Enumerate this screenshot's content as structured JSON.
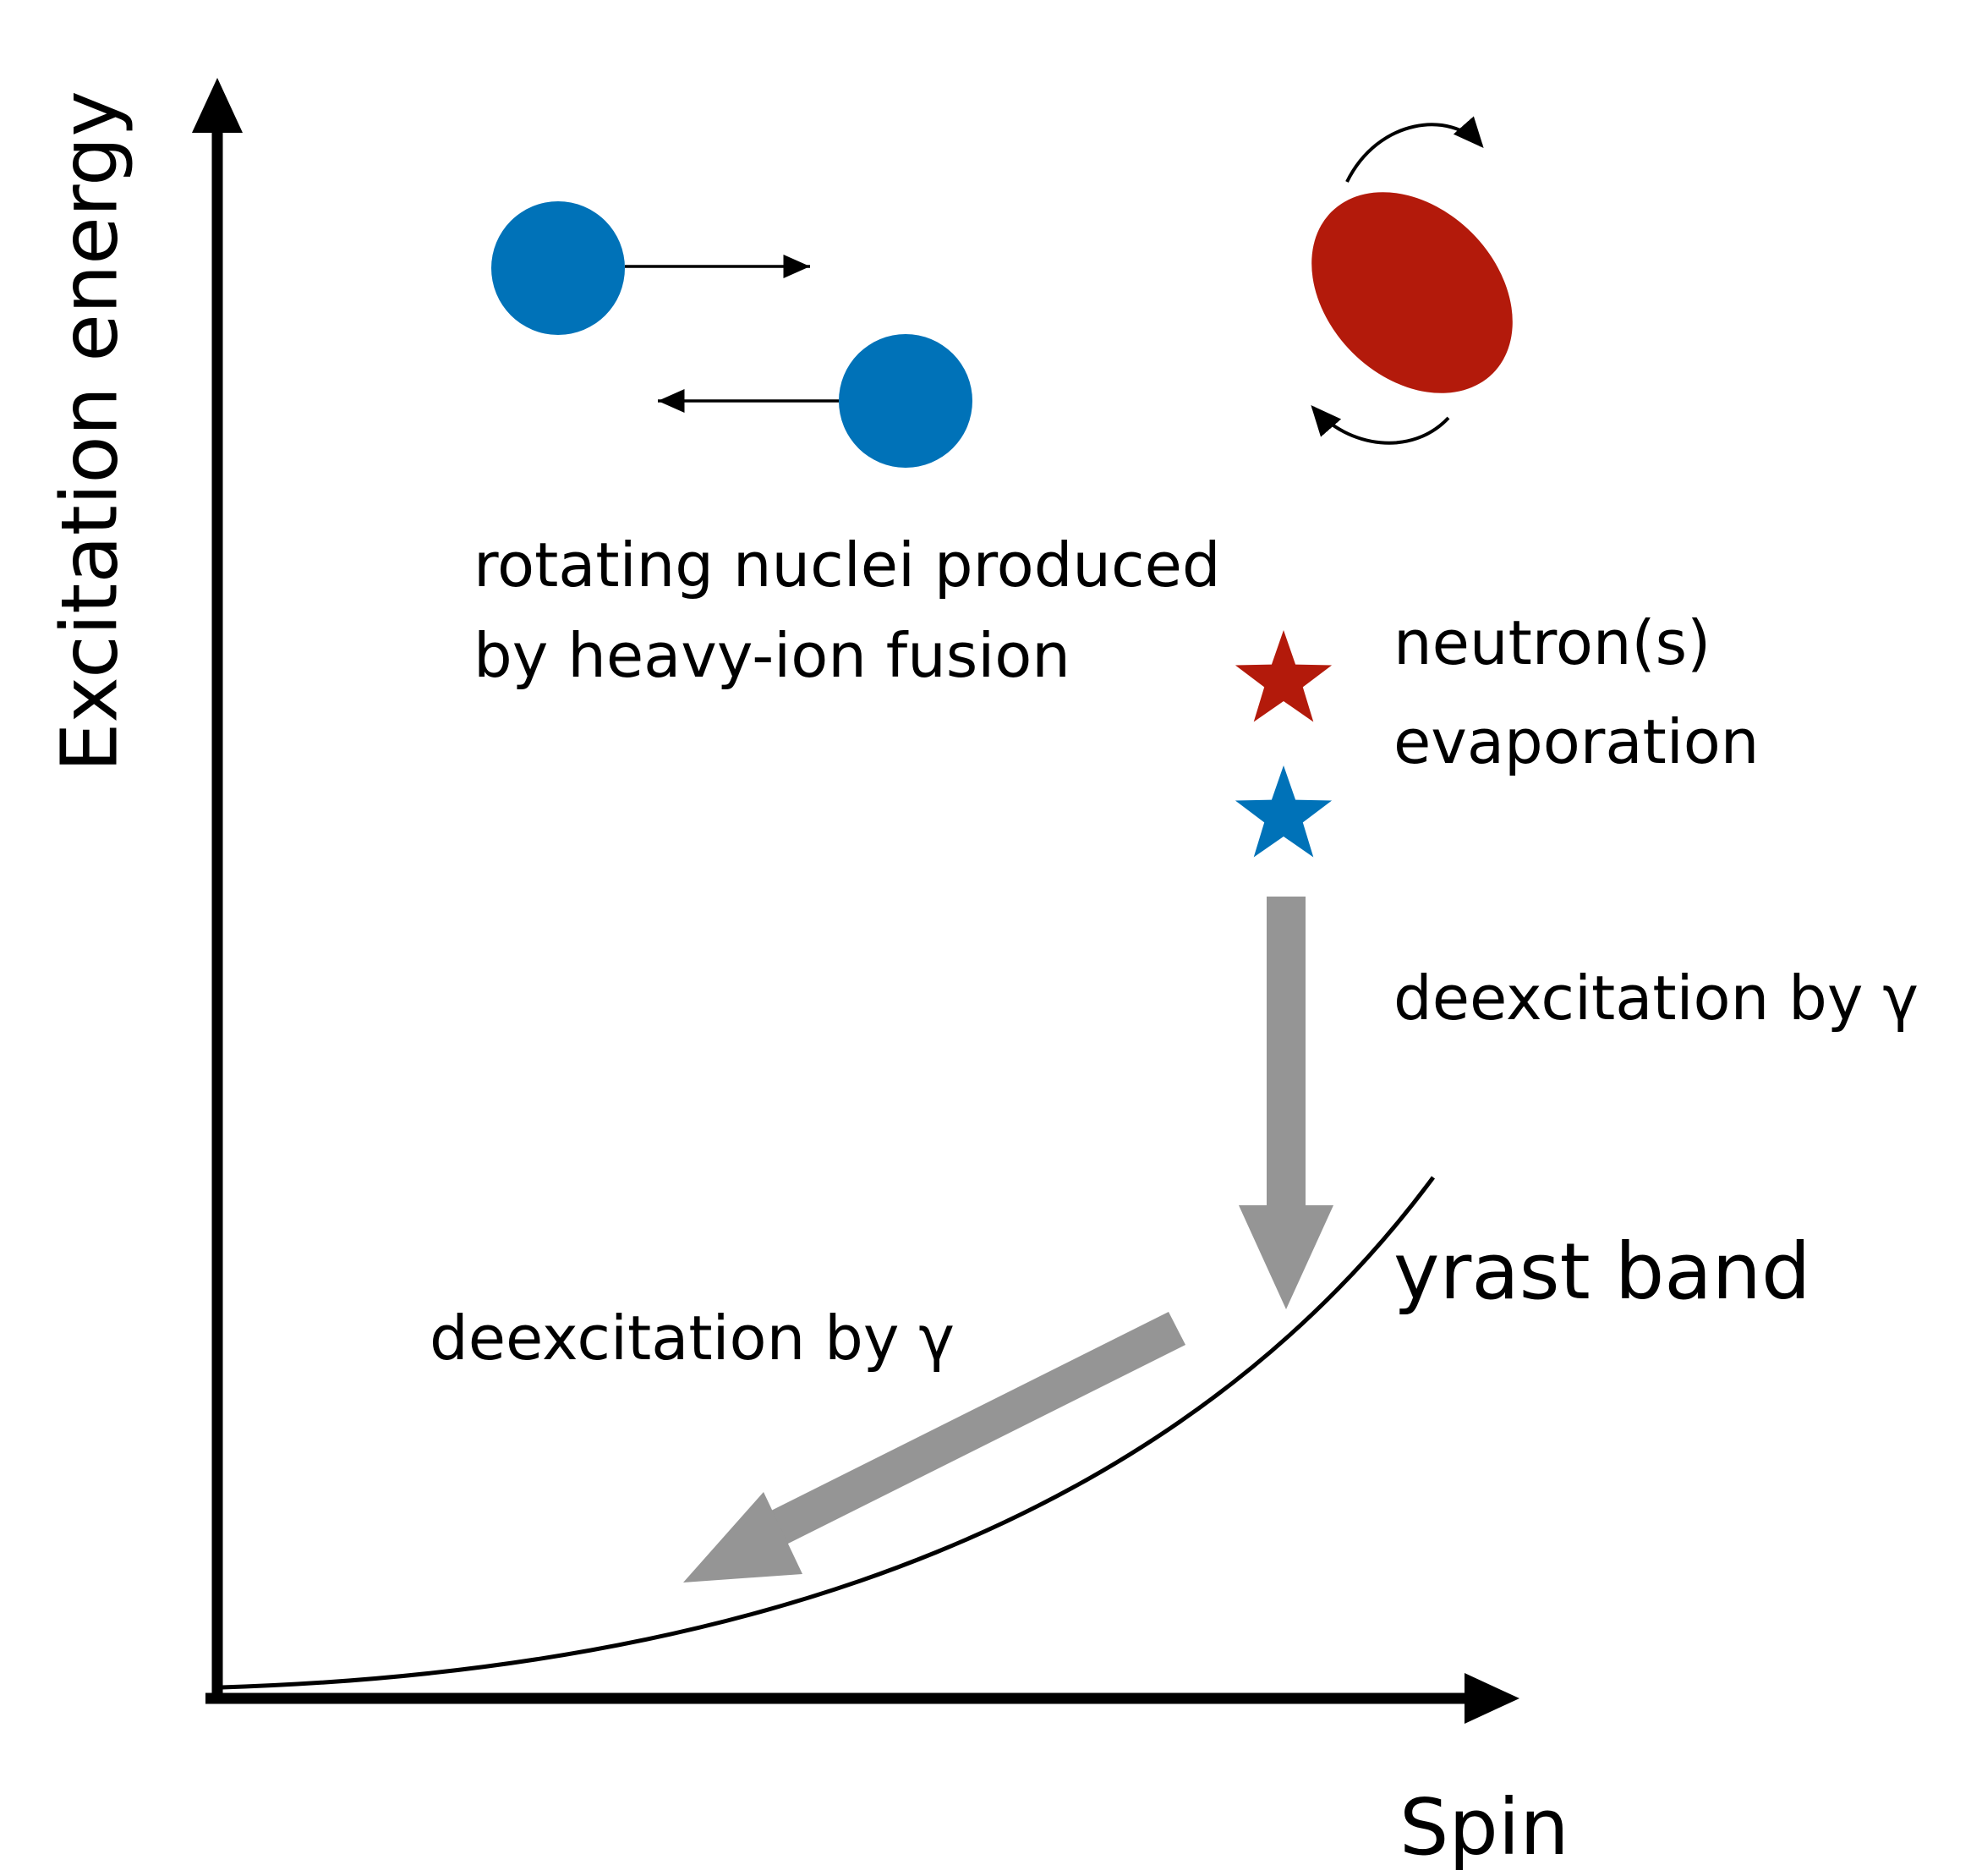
{
  "axes": {
    "y_label": "Excitation energy",
    "x_label": "Spin"
  },
  "curve": {
    "label": "yrast band"
  },
  "labels": {
    "fusion_line1": "rotating nuclei produced",
    "fusion_line2": "by heavy-ion fusion",
    "neutron_line1": "neutron(s)",
    "neutron_line2": "evaporation",
    "gamma_vertical": "deexcitation by γ",
    "gamma_diagonal": "deexcitation by γ"
  },
  "colors": {
    "axis": "#000000",
    "ion_blue": "#0072b8",
    "compound_red": "#b31a0b",
    "star_red": "#b31a0b",
    "star_blue": "#0072b8",
    "gamma_arrow": "#959595"
  },
  "icons": {
    "projectile": "blue-sphere-icon",
    "target": "blue-sphere-icon",
    "compound_nucleus": "red-ellipsoid-icon",
    "neutron_star_red": "star-icon",
    "neutron_star_blue": "star-icon"
  }
}
